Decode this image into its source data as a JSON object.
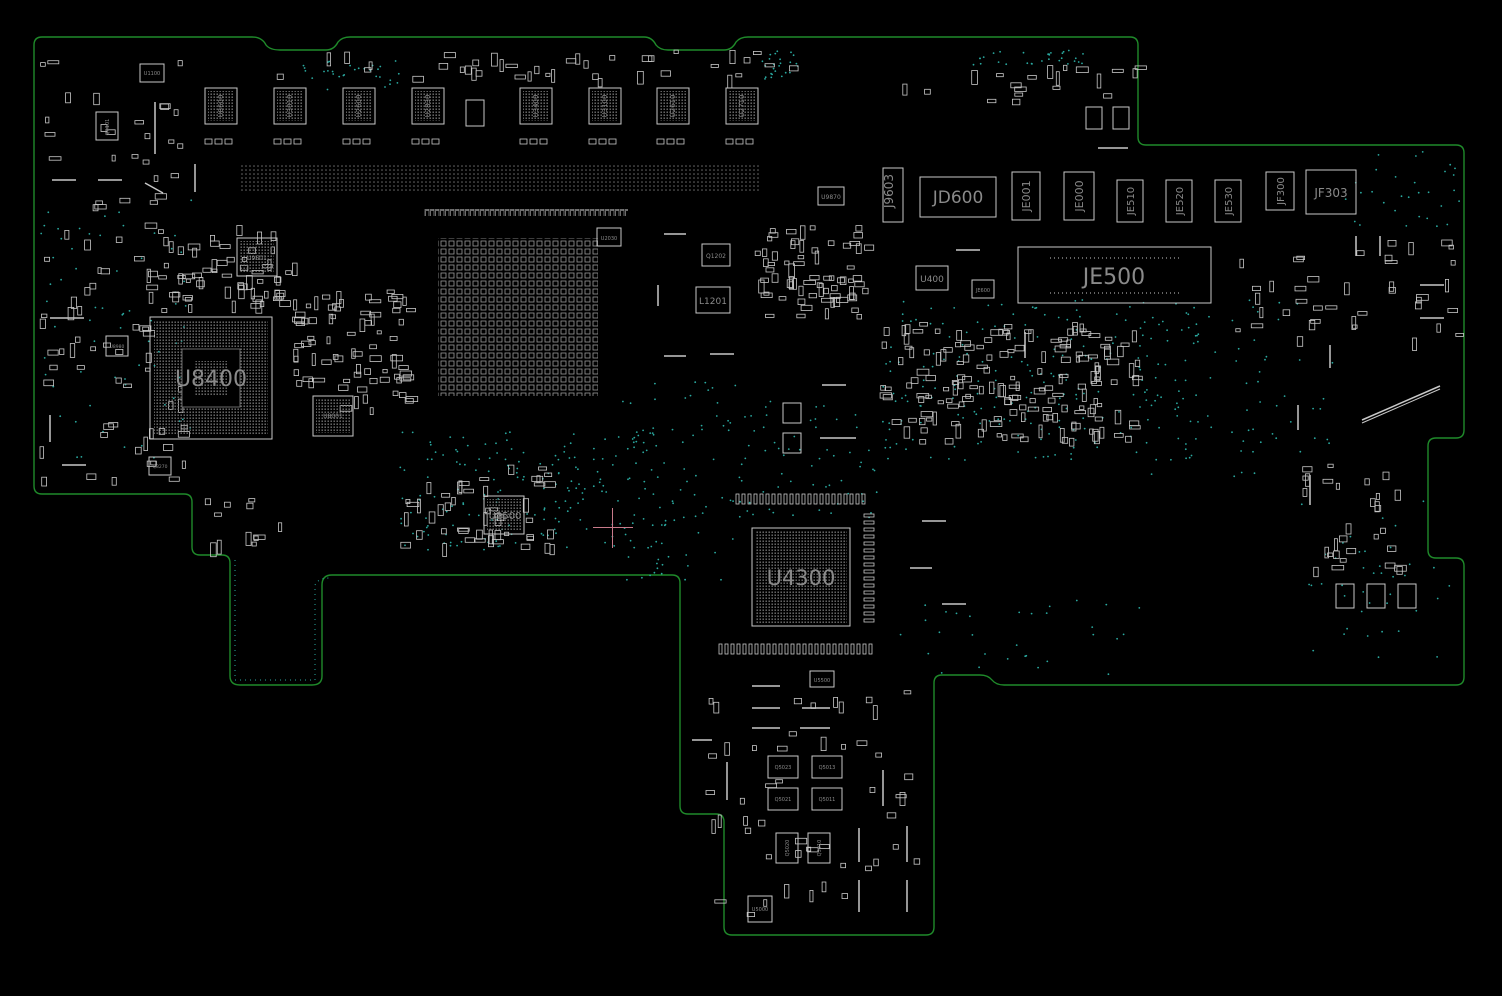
{
  "viewer": {
    "background": "#000000",
    "outline_color": "#1f8a2a",
    "part_color": "#c8c8c8",
    "label_color": "#8a8a8a",
    "pad_color": "#6a6a6a",
    "via_color": "#2aa9a0",
    "cursor_color": "#c87a8a",
    "cursor_icon": "crosshair-icon"
  },
  "parts": {
    "U8400": "U8400",
    "U4300": "U4300",
    "JE500": "JE500",
    "JD600": "JD600",
    "J9603": "J9603",
    "JE001": "JE001",
    "JE000": "JE000",
    "JE510": "JE510",
    "JE520": "JE520",
    "JE530": "JE530",
    "JF300": "JF300",
    "JF303": "JF303",
    "U2500": "U2500",
    "U400": "U400",
    "L1201": "L1201",
    "Q1202": "Q1202",
    "U9870": "U9870",
    "U8980": "U8980",
    "U9601": "U9601",
    "U8001": "U8001",
    "Q1101": "Q1101",
    "U1100": "U1100",
    "U5500": "U5500",
    "U5000": "U5000",
    "Q5023": "Q5023",
    "Q5013": "Q5013",
    "Q5021": "Q5021",
    "Q5011": "Q5011",
    "Q5020": "Q5020",
    "Q5010": "Q5010",
    "Q8270": "Q8270",
    "JE600": "JE600",
    "U2030": "U2030",
    "mem": [
      "U8600",
      "U3010",
      "U2600",
      "U2830",
      "U3400",
      "U3100",
      "U2610",
      "U2710"
    ]
  }
}
